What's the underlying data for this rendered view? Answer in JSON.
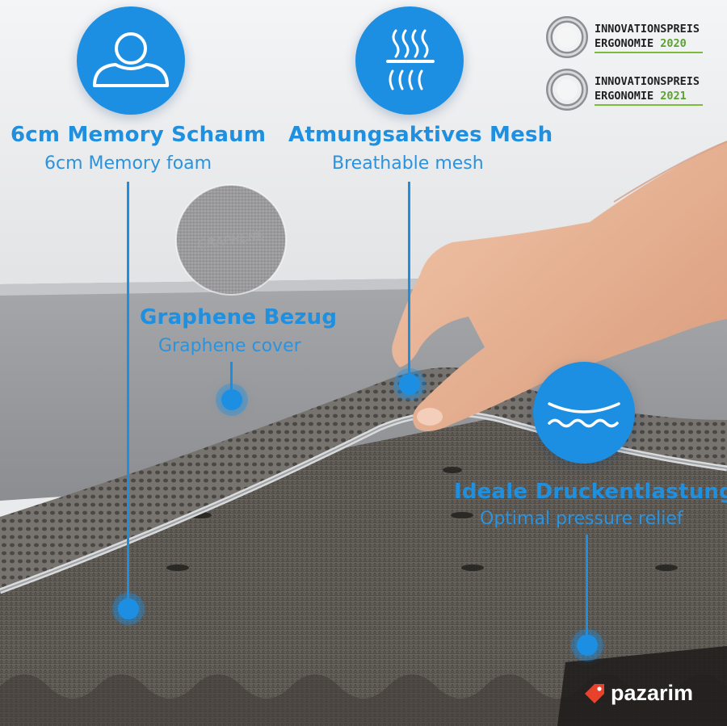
{
  "features": [
    {
      "icon": "person-pillow-icon",
      "title": "6cm Memory Schaum",
      "subtitle": "6cm Memory foam"
    },
    {
      "icon": "breathable-heat-waves-icon",
      "title": "Atmungsaktives Mesh",
      "subtitle": "Breathable mesh"
    },
    {
      "icon": "fabric-swatch",
      "title": "Graphene Bezug",
      "subtitle": "Graphene cover"
    },
    {
      "icon": "pressure-wave-icon",
      "title": "Ideale Druckentlastung",
      "subtitle": "Optimal pressure relief"
    }
  ],
  "awards": [
    {
      "line1": "INNOVATIONSPREIS",
      "line2": "ERGONOMIE",
      "year": "2020"
    },
    {
      "line1": "INNOVATIONSPREIS",
      "line2": "ERGONOMIE",
      "year": "2021"
    }
  ],
  "swatch_text": "GRAPHENE",
  "watermark": {
    "icon": "tag-icon",
    "text": "pazarim"
  },
  "colors": {
    "accent": "#1d8fe3",
    "award_green": "#5aa32e",
    "foam": "#5f5a54",
    "mesh": "#7a7774"
  }
}
